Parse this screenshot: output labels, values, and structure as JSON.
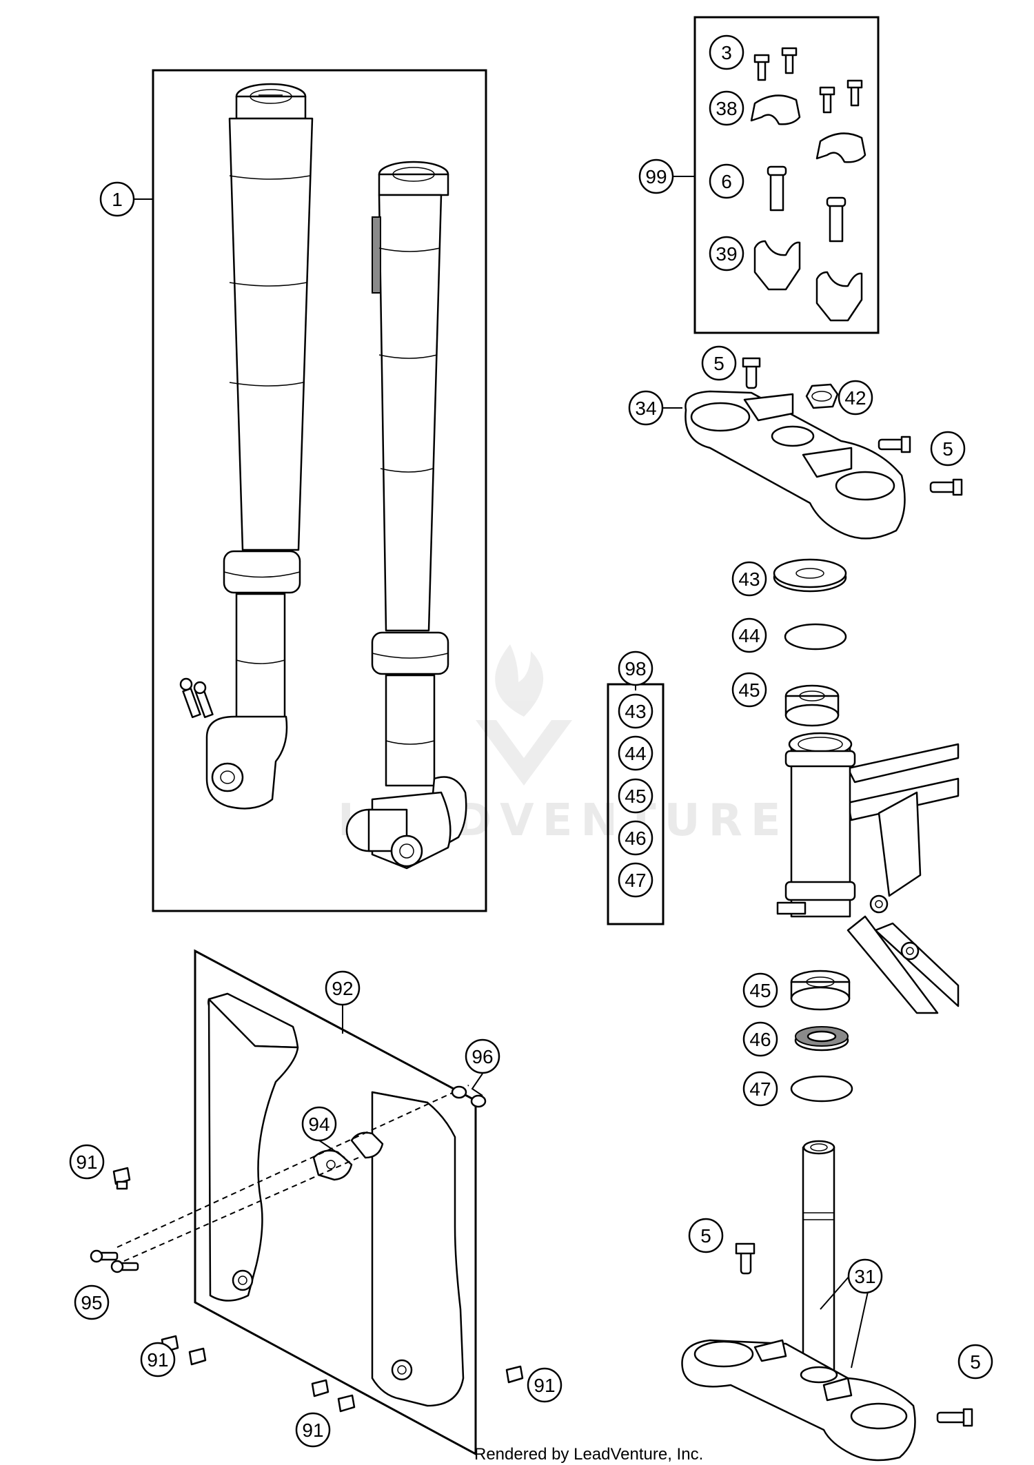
{
  "footer": {
    "text": "Rendered by LeadVenture, Inc."
  },
  "watermark": {
    "text": "LEADVENTURE"
  },
  "callouts": [
    {
      "id": "c1",
      "label": "1"
    },
    {
      "id": "c3",
      "label": "3"
    },
    {
      "id": "c38",
      "label": "38"
    },
    {
      "id": "c99",
      "label": "99"
    },
    {
      "id": "c6",
      "label": "6"
    },
    {
      "id": "c39",
      "label": "39"
    },
    {
      "id": "c5a",
      "label": "5"
    },
    {
      "id": "c42",
      "label": "42"
    },
    {
      "id": "c34",
      "label": "34"
    },
    {
      "id": "c5b",
      "label": "5"
    },
    {
      "id": "c43a",
      "label": "43"
    },
    {
      "id": "c44a",
      "label": "44"
    },
    {
      "id": "c45a",
      "label": "45"
    },
    {
      "id": "c98",
      "label": "98"
    },
    {
      "id": "c43b",
      "label": "43"
    },
    {
      "id": "c44b",
      "label": "44"
    },
    {
      "id": "c45b",
      "label": "45"
    },
    {
      "id": "c46b",
      "label": "46"
    },
    {
      "id": "c47b",
      "label": "47"
    },
    {
      "id": "c45c",
      "label": "45"
    },
    {
      "id": "c46c",
      "label": "46"
    },
    {
      "id": "c47c",
      "label": "47"
    },
    {
      "id": "c92",
      "label": "92"
    },
    {
      "id": "c96",
      "label": "96"
    },
    {
      "id": "c94",
      "label": "94"
    },
    {
      "id": "c91a",
      "label": "91"
    },
    {
      "id": "c95",
      "label": "95"
    },
    {
      "id": "c91b",
      "label": "91"
    },
    {
      "id": "c91c",
      "label": "91"
    },
    {
      "id": "c91d",
      "label": "91"
    },
    {
      "id": "c5c",
      "label": "5"
    },
    {
      "id": "c31",
      "label": "31"
    },
    {
      "id": "c5d",
      "label": "5"
    }
  ]
}
